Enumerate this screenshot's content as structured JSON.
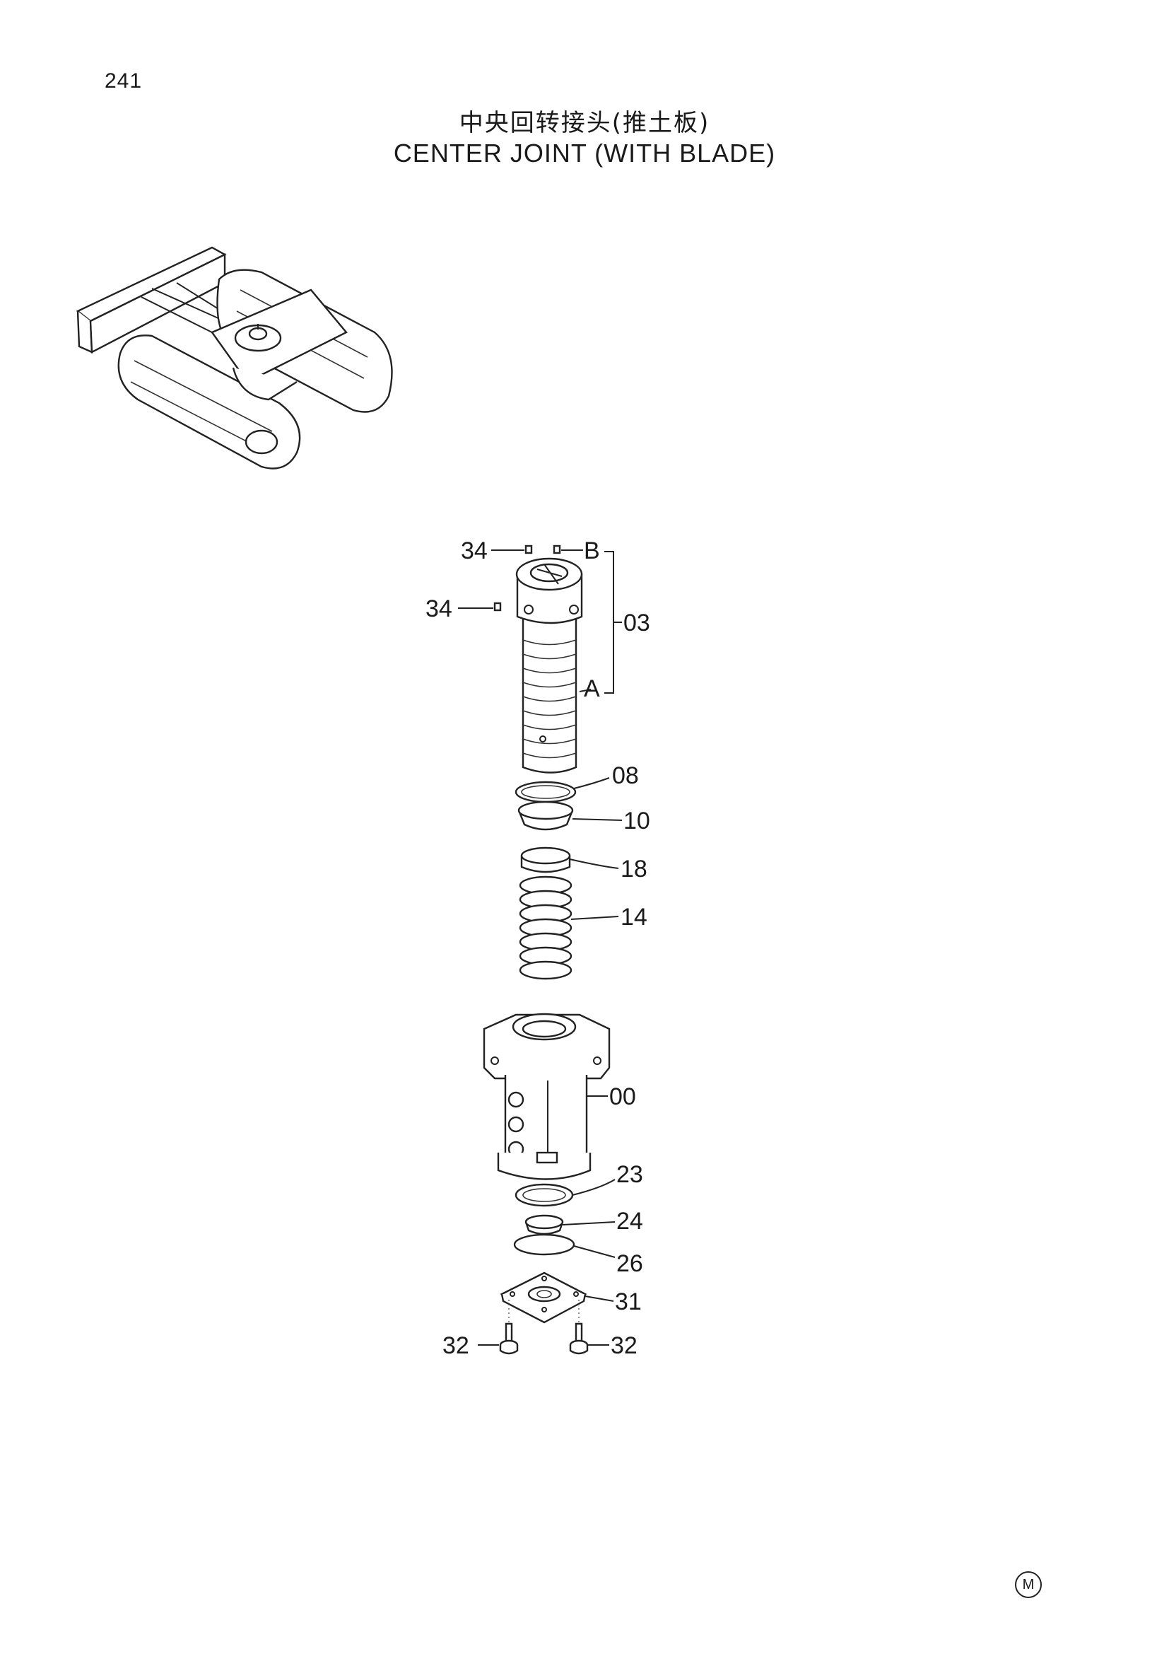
{
  "page_number": "241",
  "title_cn": "中央回转接头(推土板)",
  "title_en": "CENTER JOINT (WITH BLADE)",
  "callouts": {
    "c34a": "34",
    "c34b": "34",
    "cB": "B",
    "c03": "03",
    "cA": "A",
    "c08": "08",
    "c10": "10",
    "c18": "18",
    "c14": "14",
    "c00": "00",
    "c23": "23",
    "c24": "24",
    "c26": "26",
    "c31": "31",
    "c32a": "32",
    "c32b": "32"
  },
  "corner_mark": "M"
}
